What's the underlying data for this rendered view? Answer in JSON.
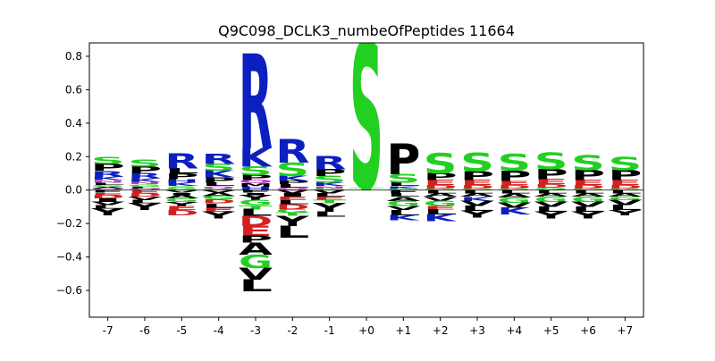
{
  "chart_data": {
    "type": "sequence-logo",
    "title": "Q9C098_DCLK3_numbeOfPeptides 11664",
    "xlabel": "",
    "ylabel": "",
    "ylim": [
      -0.76,
      0.88
    ],
    "yticks": [
      "0.8",
      "0.6",
      "0.4",
      "0.2",
      "0.0",
      "−0.2",
      "−0.4",
      "−0.6"
    ],
    "ytick_values": [
      0.8,
      0.6,
      0.4,
      0.2,
      0.0,
      -0.2,
      -0.4,
      -0.6
    ],
    "positions": [
      "-7",
      "-6",
      "-5",
      "-4",
      "-3",
      "-2",
      "-1",
      "+0",
      "+1",
      "+2",
      "+3",
      "+4",
      "+5",
      "+6",
      "+7"
    ],
    "grid": false,
    "colors": {
      "S": "#22d022",
      "T": "#22d022",
      "G": "#22d022",
      "C": "#22d022",
      "R": "#0c1fbf",
      "K": "#0c1fbf",
      "H": "#0c1fbf",
      "D": "#d42020",
      "E": "#d42020",
      "N": "#c03cc0",
      "Q": "#c03cc0",
      "P": "#000000",
      "L": "#000000",
      "A": "#000000",
      "V": "#000000",
      "I": "#000000",
      "M": "#000000",
      "F": "#000000",
      "Y": "#000000",
      "W": "#000000"
    },
    "columns": [
      {
        "pos": "-7",
        "up": [
          [
            "S",
            0.04
          ],
          [
            "P",
            0.04
          ],
          [
            "R",
            0.035
          ],
          [
            "K",
            0.02
          ],
          [
            "N",
            0.015
          ],
          [
            "L",
            0.015
          ],
          [
            "G",
            0.01
          ],
          [
            "A",
            0.01
          ],
          [
            "Q",
            0.01
          ]
        ],
        "down": [
          [
            "F",
            0.015
          ],
          [
            "E",
            0.015
          ],
          [
            "D",
            0.02
          ],
          [
            "I",
            0.02
          ],
          [
            "V",
            0.02
          ],
          [
            "L",
            0.02
          ],
          [
            "Y",
            0.04
          ]
        ]
      },
      {
        "pos": "-6",
        "up": [
          [
            "S",
            0.04
          ],
          [
            "P",
            0.04
          ],
          [
            "R",
            0.03
          ],
          [
            "K",
            0.02
          ],
          [
            "N",
            0.015
          ],
          [
            "G",
            0.015
          ],
          [
            "L",
            0.01
          ],
          [
            "Q",
            0.01
          ]
        ],
        "down": [
          [
            "E",
            0.02
          ],
          [
            "D",
            0.02
          ],
          [
            "V",
            0.02
          ],
          [
            "L",
            0.02
          ],
          [
            "Y",
            0.04
          ]
        ]
      },
      {
        "pos": "-5",
        "up": [
          [
            "R",
            0.09
          ],
          [
            "L",
            0.03
          ],
          [
            "P",
            0.035
          ],
          [
            "H",
            0.02
          ],
          [
            "K",
            0.02
          ],
          [
            "S",
            0.015
          ],
          [
            "G",
            0.01
          ]
        ],
        "down": [
          [
            "V",
            0.015
          ],
          [
            "I",
            0.015
          ],
          [
            "A",
            0.02
          ],
          [
            "G",
            0.02
          ],
          [
            "Y",
            0.025
          ],
          [
            "E",
            0.025
          ],
          [
            "D",
            0.03
          ]
        ]
      },
      {
        "pos": "-4",
        "up": [
          [
            "R",
            0.06
          ],
          [
            "S",
            0.04
          ],
          [
            "K",
            0.04
          ],
          [
            "P",
            0.03
          ],
          [
            "L",
            0.02
          ],
          [
            "Q",
            0.015
          ],
          [
            "G",
            0.01
          ]
        ],
        "down": [
          [
            "V",
            0.015
          ],
          [
            "A",
            0.02
          ],
          [
            "G",
            0.02
          ],
          [
            "D",
            0.025
          ],
          [
            "L",
            0.025
          ],
          [
            "E",
            0.025
          ],
          [
            "Y",
            0.04
          ]
        ]
      },
      {
        "pos": "-3",
        "up": [
          [
            "R",
            0.56
          ],
          [
            "K",
            0.11
          ],
          [
            "S",
            0.05
          ],
          [
            "P",
            0.03
          ],
          [
            "Q",
            0.02
          ],
          [
            "M",
            0.02
          ],
          [
            "H",
            0.02
          ]
        ],
        "down": [
          [
            "F",
            0.015
          ],
          [
            "I",
            0.015
          ],
          [
            "Y",
            0.03
          ],
          [
            "G",
            0.03
          ],
          [
            "T",
            0.025
          ],
          [
            "L",
            0.04
          ],
          [
            "D",
            0.06
          ],
          [
            "E",
            0.06
          ],
          [
            "P",
            0.04
          ],
          [
            "A",
            0.07
          ],
          [
            "G",
            0.08
          ],
          [
            "V",
            0.07
          ],
          [
            "L",
            0.07
          ]
        ]
      },
      {
        "pos": "-2",
        "up": [
          [
            "R",
            0.14
          ],
          [
            "S",
            0.08
          ],
          [
            "K",
            0.03
          ],
          [
            "P",
            0.02
          ],
          [
            "L",
            0.02
          ],
          [
            "Q",
            0.015
          ]
        ],
        "down": [
          [
            "V",
            0.02
          ],
          [
            "I",
            0.02
          ],
          [
            "E",
            0.02
          ],
          [
            "L",
            0.025
          ],
          [
            "D",
            0.03
          ],
          [
            "G",
            0.02
          ],
          [
            "T",
            0.02
          ],
          [
            "Y",
            0.06
          ],
          [
            "L",
            0.07
          ]
        ]
      },
      {
        "pos": "-1",
        "up": [
          [
            "R",
            0.08
          ],
          [
            "P",
            0.04
          ],
          [
            "S",
            0.04
          ],
          [
            "K",
            0.02
          ],
          [
            "N",
            0.015
          ],
          [
            "G",
            0.01
          ]
        ],
        "down": [
          [
            "V",
            0.02
          ],
          [
            "L",
            0.02
          ],
          [
            "E",
            0.02
          ],
          [
            "T",
            0.02
          ],
          [
            "Y",
            0.05
          ],
          [
            "L",
            0.03
          ]
        ]
      },
      {
        "pos": "+0",
        "up": [
          [
            "S",
            0.86
          ],
          [
            "T",
            0.015
          ]
        ],
        "down": []
      },
      {
        "pos": "+1",
        "up": [
          [
            "P",
            0.18
          ],
          [
            "S",
            0.05
          ],
          [
            "L",
            0.02
          ],
          [
            "K",
            0.015
          ],
          [
            "G",
            0.01
          ]
        ],
        "down": [
          [
            "F",
            0.02
          ],
          [
            "L",
            0.02
          ],
          [
            "A",
            0.025
          ],
          [
            "G",
            0.03
          ],
          [
            "V",
            0.025
          ],
          [
            "L",
            0.03
          ],
          [
            "K",
            0.03
          ]
        ]
      },
      {
        "pos": "+2",
        "up": [
          [
            "S",
            0.12
          ],
          [
            "P",
            0.04
          ],
          [
            "E",
            0.03
          ],
          [
            "D",
            0.02
          ],
          [
            "G",
            0.01
          ]
        ],
        "down": [
          [
            "L",
            0.02
          ],
          [
            "A",
            0.02
          ],
          [
            "V",
            0.025
          ],
          [
            "G",
            0.03
          ],
          [
            "E",
            0.02
          ],
          [
            "L",
            0.03
          ],
          [
            "K",
            0.04
          ]
        ]
      },
      {
        "pos": "+3",
        "up": [
          [
            "S",
            0.11
          ],
          [
            "P",
            0.05
          ],
          [
            "E",
            0.03
          ],
          [
            "D",
            0.02
          ],
          [
            "G",
            0.01
          ]
        ],
        "down": [
          [
            "L",
            0.02
          ],
          [
            "A",
            0.02
          ],
          [
            "K",
            0.025
          ],
          [
            "V",
            0.03
          ],
          [
            "L",
            0.03
          ],
          [
            "Y",
            0.04
          ]
        ]
      },
      {
        "pos": "+4",
        "up": [
          [
            "S",
            0.1
          ],
          [
            "P",
            0.06
          ],
          [
            "E",
            0.025
          ],
          [
            "D",
            0.02
          ],
          [
            "G",
            0.01
          ]
        ],
        "down": [
          [
            "L",
            0.02
          ],
          [
            "A",
            0.025
          ],
          [
            "G",
            0.03
          ],
          [
            "V",
            0.03
          ],
          [
            "K",
            0.04
          ]
        ]
      },
      {
        "pos": "+5",
        "up": [
          [
            "S",
            0.1
          ],
          [
            "P",
            0.06
          ],
          [
            "E",
            0.03
          ],
          [
            "D",
            0.02
          ],
          [
            "G",
            0.015
          ]
        ],
        "down": [
          [
            "L",
            0.02
          ],
          [
            "A",
            0.02
          ],
          [
            "G",
            0.03
          ],
          [
            "V",
            0.03
          ],
          [
            "L",
            0.03
          ],
          [
            "Y",
            0.04
          ]
        ]
      },
      {
        "pos": "+6",
        "up": [
          [
            "S",
            0.09
          ],
          [
            "P",
            0.06
          ],
          [
            "E",
            0.03
          ],
          [
            "D",
            0.02
          ],
          [
            "G",
            0.01
          ]
        ],
        "down": [
          [
            "L",
            0.02
          ],
          [
            "A",
            0.02
          ],
          [
            "G",
            0.03
          ],
          [
            "V",
            0.03
          ],
          [
            "L",
            0.03
          ],
          [
            "Y",
            0.04
          ]
        ]
      },
      {
        "pos": "+7",
        "up": [
          [
            "S",
            0.08
          ],
          [
            "P",
            0.06
          ],
          [
            "E",
            0.03
          ],
          [
            "D",
            0.02
          ],
          [
            "G",
            0.01
          ]
        ],
        "down": [
          [
            "L",
            0.02
          ],
          [
            "A",
            0.02
          ],
          [
            "G",
            0.02
          ],
          [
            "V",
            0.03
          ],
          [
            "L",
            0.03
          ],
          [
            "Y",
            0.03
          ]
        ]
      }
    ]
  }
}
